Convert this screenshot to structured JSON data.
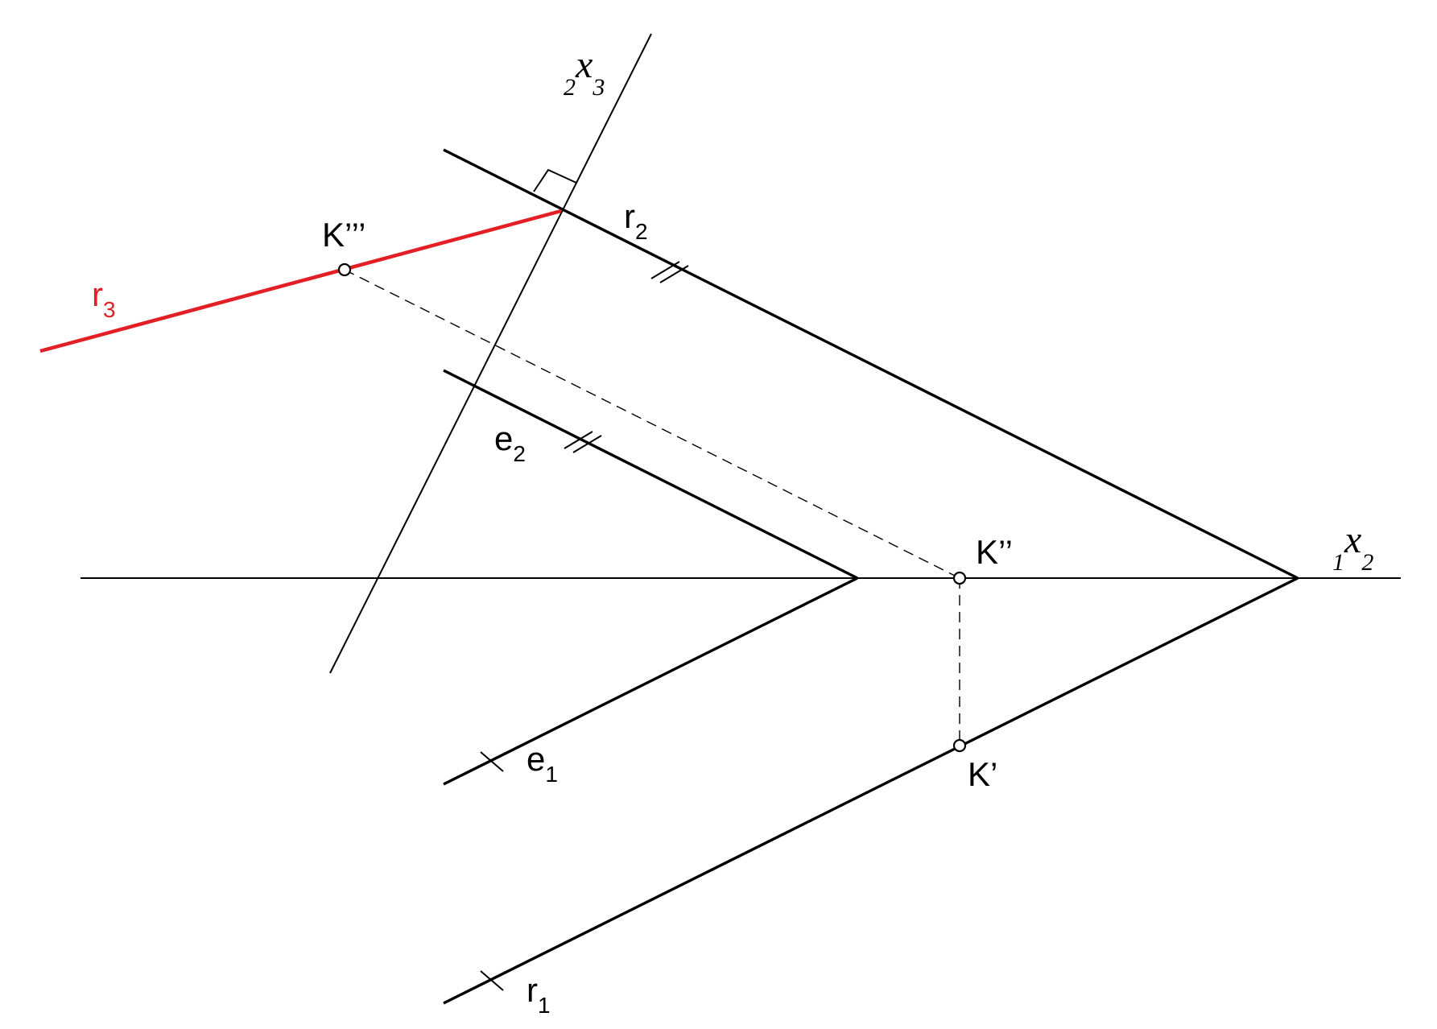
{
  "colors": {
    "ink": "#000000",
    "highlight": "#e31e24",
    "background": "#ffffff"
  },
  "labels": {
    "axis_23": {
      "pre": "2",
      "main": "x",
      "post": "3"
    },
    "axis_12": {
      "pre": "1",
      "main": "x",
      "post": "2"
    },
    "r2": {
      "main": "r",
      "sub": "2"
    },
    "r3": {
      "main": "r",
      "sub": "3"
    },
    "e2": {
      "main": "e",
      "sub": "2"
    },
    "e1": {
      "main": "e",
      "sub": "1"
    },
    "r1": {
      "main": "r",
      "sub": "1"
    },
    "K3": "K’’’",
    "K2": "K’’",
    "K1": "K’"
  }
}
